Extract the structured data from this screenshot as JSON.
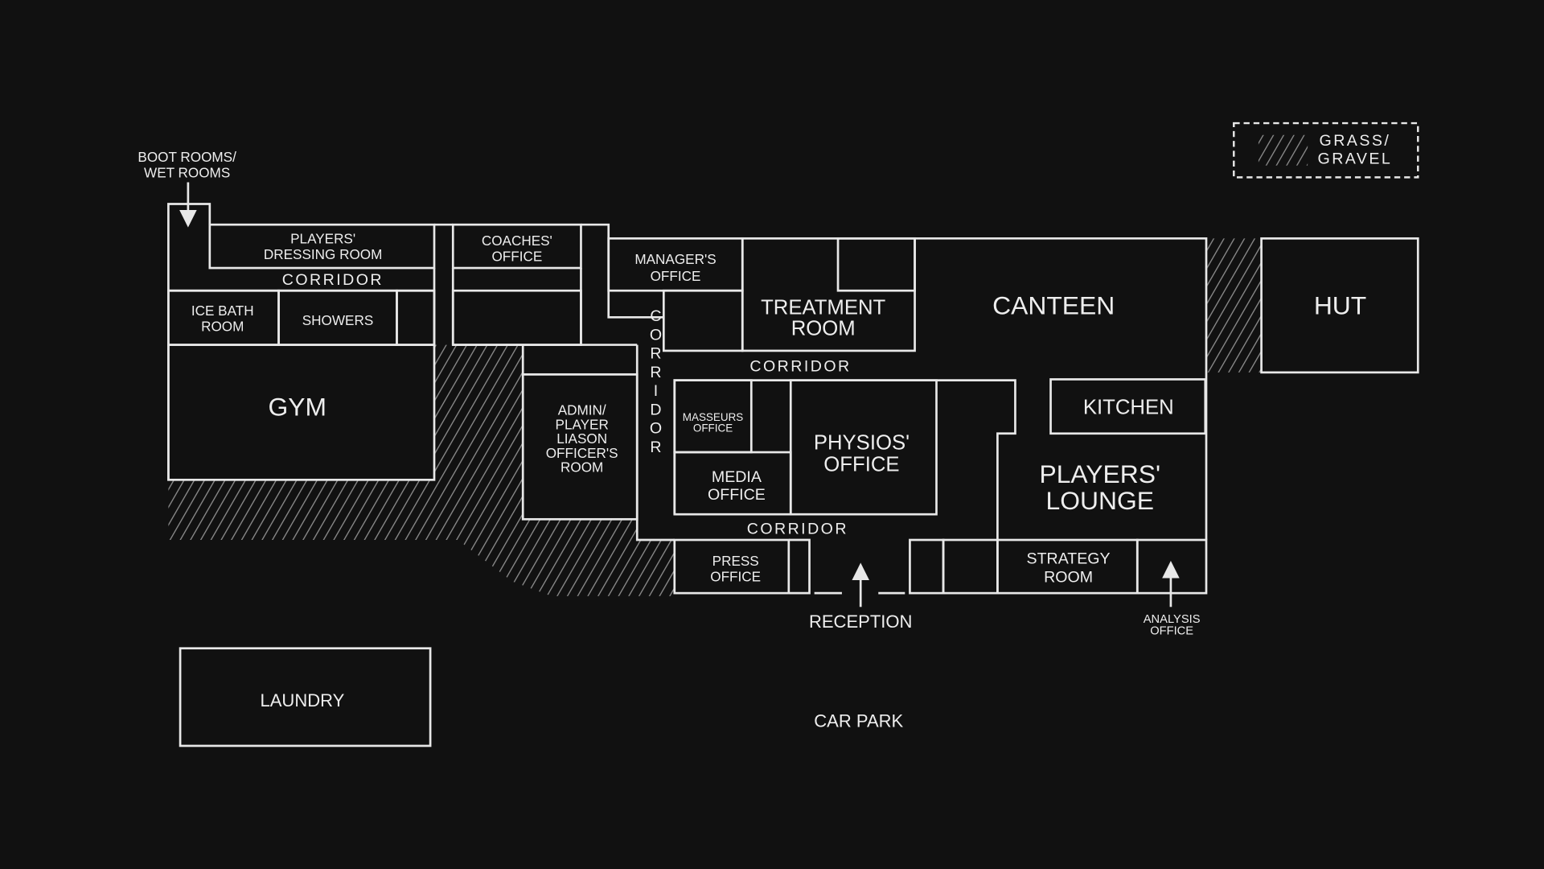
{
  "colors": {
    "background": "#111111",
    "lines": "#e8e8e8",
    "hatch": "#8a8a8a"
  },
  "legend": {
    "icon": "hatch-swatch",
    "lines": [
      "GRASS/",
      "GRAVEL"
    ]
  },
  "labels": {
    "boot_rooms": [
      "BOOT ROOMS/",
      "WET ROOMS"
    ],
    "players_dressing_room": [
      "PLAYERS'",
      "DRESSING ROOM"
    ],
    "coaches_office": [
      "COACHES'",
      "OFFICE"
    ],
    "corridor_top": "CORRIDOR",
    "ice_bath_room": [
      "ICE BATH",
      "ROOM"
    ],
    "showers": "SHOWERS",
    "gym": "GYM",
    "admin_room": [
      "ADMIN/",
      "PLAYER",
      "LIASON",
      "OFFICER'S",
      "ROOM"
    ],
    "corridor_vertical": "CORRIDOR",
    "managers_office": [
      "MANAGER'S",
      "OFFICE"
    ],
    "treatment_room": [
      "TREATMENT",
      "ROOM"
    ],
    "canteen": "CANTEEN",
    "hut": "HUT",
    "corridor_middle": "CORRIDOR",
    "masseurs_office": [
      "MASSEURS",
      "OFFICE"
    ],
    "media_office": [
      "MEDIA",
      "OFFICE"
    ],
    "physios_office": [
      "PHYSIOS'",
      "OFFICE"
    ],
    "kitchen": "KITCHEN",
    "players_lounge": [
      "PLAYERS'",
      "LOUNGE"
    ],
    "corridor_bottom": "CORRIDOR",
    "press_office": [
      "PRESS",
      "OFFICE"
    ],
    "strategy_room": [
      "STRATEGY",
      "ROOM"
    ],
    "reception": "RECEPTION",
    "analysis_office": [
      "ANALYSIS",
      "OFFICE"
    ],
    "laundry": "LAUNDRY",
    "car_park": "CAR PARK"
  }
}
